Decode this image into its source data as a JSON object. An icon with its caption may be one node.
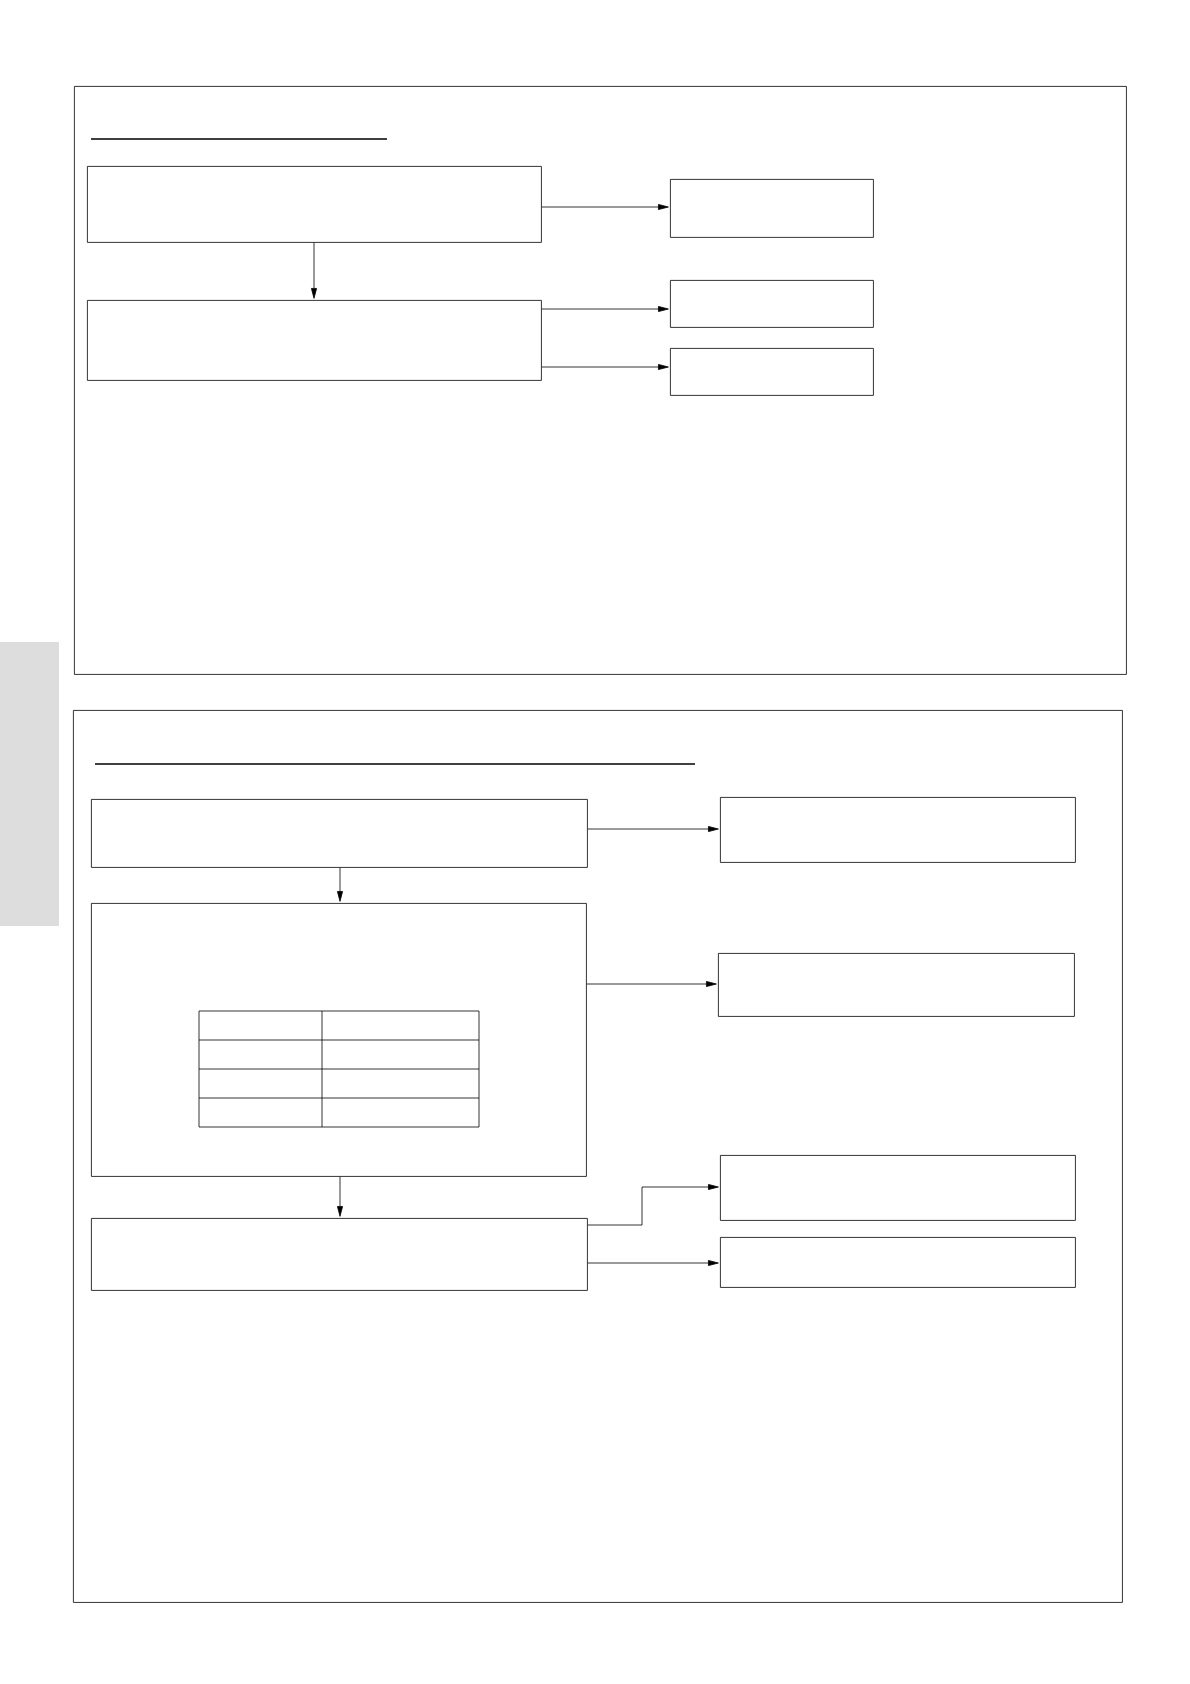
{
  "diagram": {
    "nodes": [
      {
        "text": [],
        "shape": "box"
      },
      {
        "text": [],
        "shape": "box",
        "in": 0
      },
      {
        "text": [],
        "shape": "box",
        "in": 0
      },
      {
        "text": [],
        "shape": "box",
        "in": 0
      },
      {
        "text": [],
        "shape": "box",
        "in": 0
      },
      {
        "text": [],
        "shape": "box",
        "in": 0
      },
      {
        "text": [],
        "shape": "box"
      },
      {
        "text": [],
        "shape": "box",
        "in": 6
      },
      {
        "text": [],
        "shape": "box",
        "in": 6
      },
      {
        "text": [],
        "shape": "box",
        "in": 6
      },
      {
        "text": [],
        "shape": "box",
        "in": 6
      },
      {
        "text": [],
        "shape": "box",
        "in": 6
      },
      {
        "text": [],
        "shape": "box",
        "in": 6
      },
      {
        "text": [],
        "shape": "box",
        "in": 6
      }
    ],
    "edges": [
      {
        "from": 1,
        "to": 2,
        "arrow": "to"
      },
      {
        "from": 1,
        "to": 3,
        "arrow": "to"
      },
      {
        "from": 3,
        "to": 4,
        "arrow": "to"
      },
      {
        "from": 3,
        "to": 5,
        "arrow": "to"
      },
      {
        "from": 7,
        "to": 8,
        "arrow": "to"
      },
      {
        "from": 7,
        "to": 9,
        "arrow": "to"
      },
      {
        "from": 9,
        "to": 10,
        "arrow": "to"
      },
      {
        "from": 9,
        "to": 11,
        "arrow": "to"
      },
      {
        "from": 11,
        "to": 12,
        "arrow": "to"
      },
      {
        "from": 11,
        "to": 13,
        "arrow": "to"
      }
    ]
  }
}
